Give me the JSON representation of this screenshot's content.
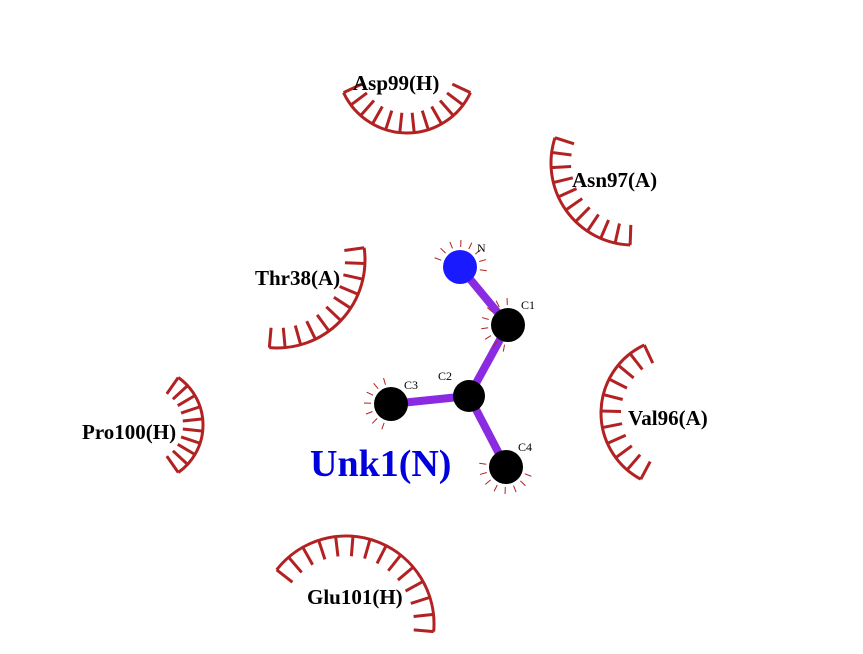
{
  "ligand": {
    "name": "Unk1(N)",
    "color": "#0000dd",
    "bond_color": "#8a2be2",
    "atoms": [
      {
        "id": "N",
        "label": "N",
        "element": "N",
        "color": "#1a1aff"
      },
      {
        "id": "C1",
        "label": "C1",
        "element": "C",
        "color": "#000000"
      },
      {
        "id": "C2",
        "label": "C2",
        "element": "C",
        "color": "#000000"
      },
      {
        "id": "C3",
        "label": "C3",
        "element": "C",
        "color": "#000000"
      },
      {
        "id": "C4",
        "label": "C4",
        "element": "C",
        "color": "#000000"
      }
    ],
    "bonds": [
      [
        "N",
        "C1"
      ],
      [
        "C1",
        "C2"
      ],
      [
        "C2",
        "C3"
      ],
      [
        "C2",
        "C4"
      ]
    ]
  },
  "hydrophobic_color": "#b22222",
  "residues": [
    {
      "id": "asp99",
      "label": "Asp99(H)"
    },
    {
      "id": "asn97",
      "label": "Asn97(A)"
    },
    {
      "id": "thr38",
      "label": "Thr38(A)"
    },
    {
      "id": "pro100",
      "label": "Pro100(H)"
    },
    {
      "id": "val96",
      "label": "Val96(A)"
    },
    {
      "id": "glu101",
      "label": "Glu101(H)"
    }
  ]
}
